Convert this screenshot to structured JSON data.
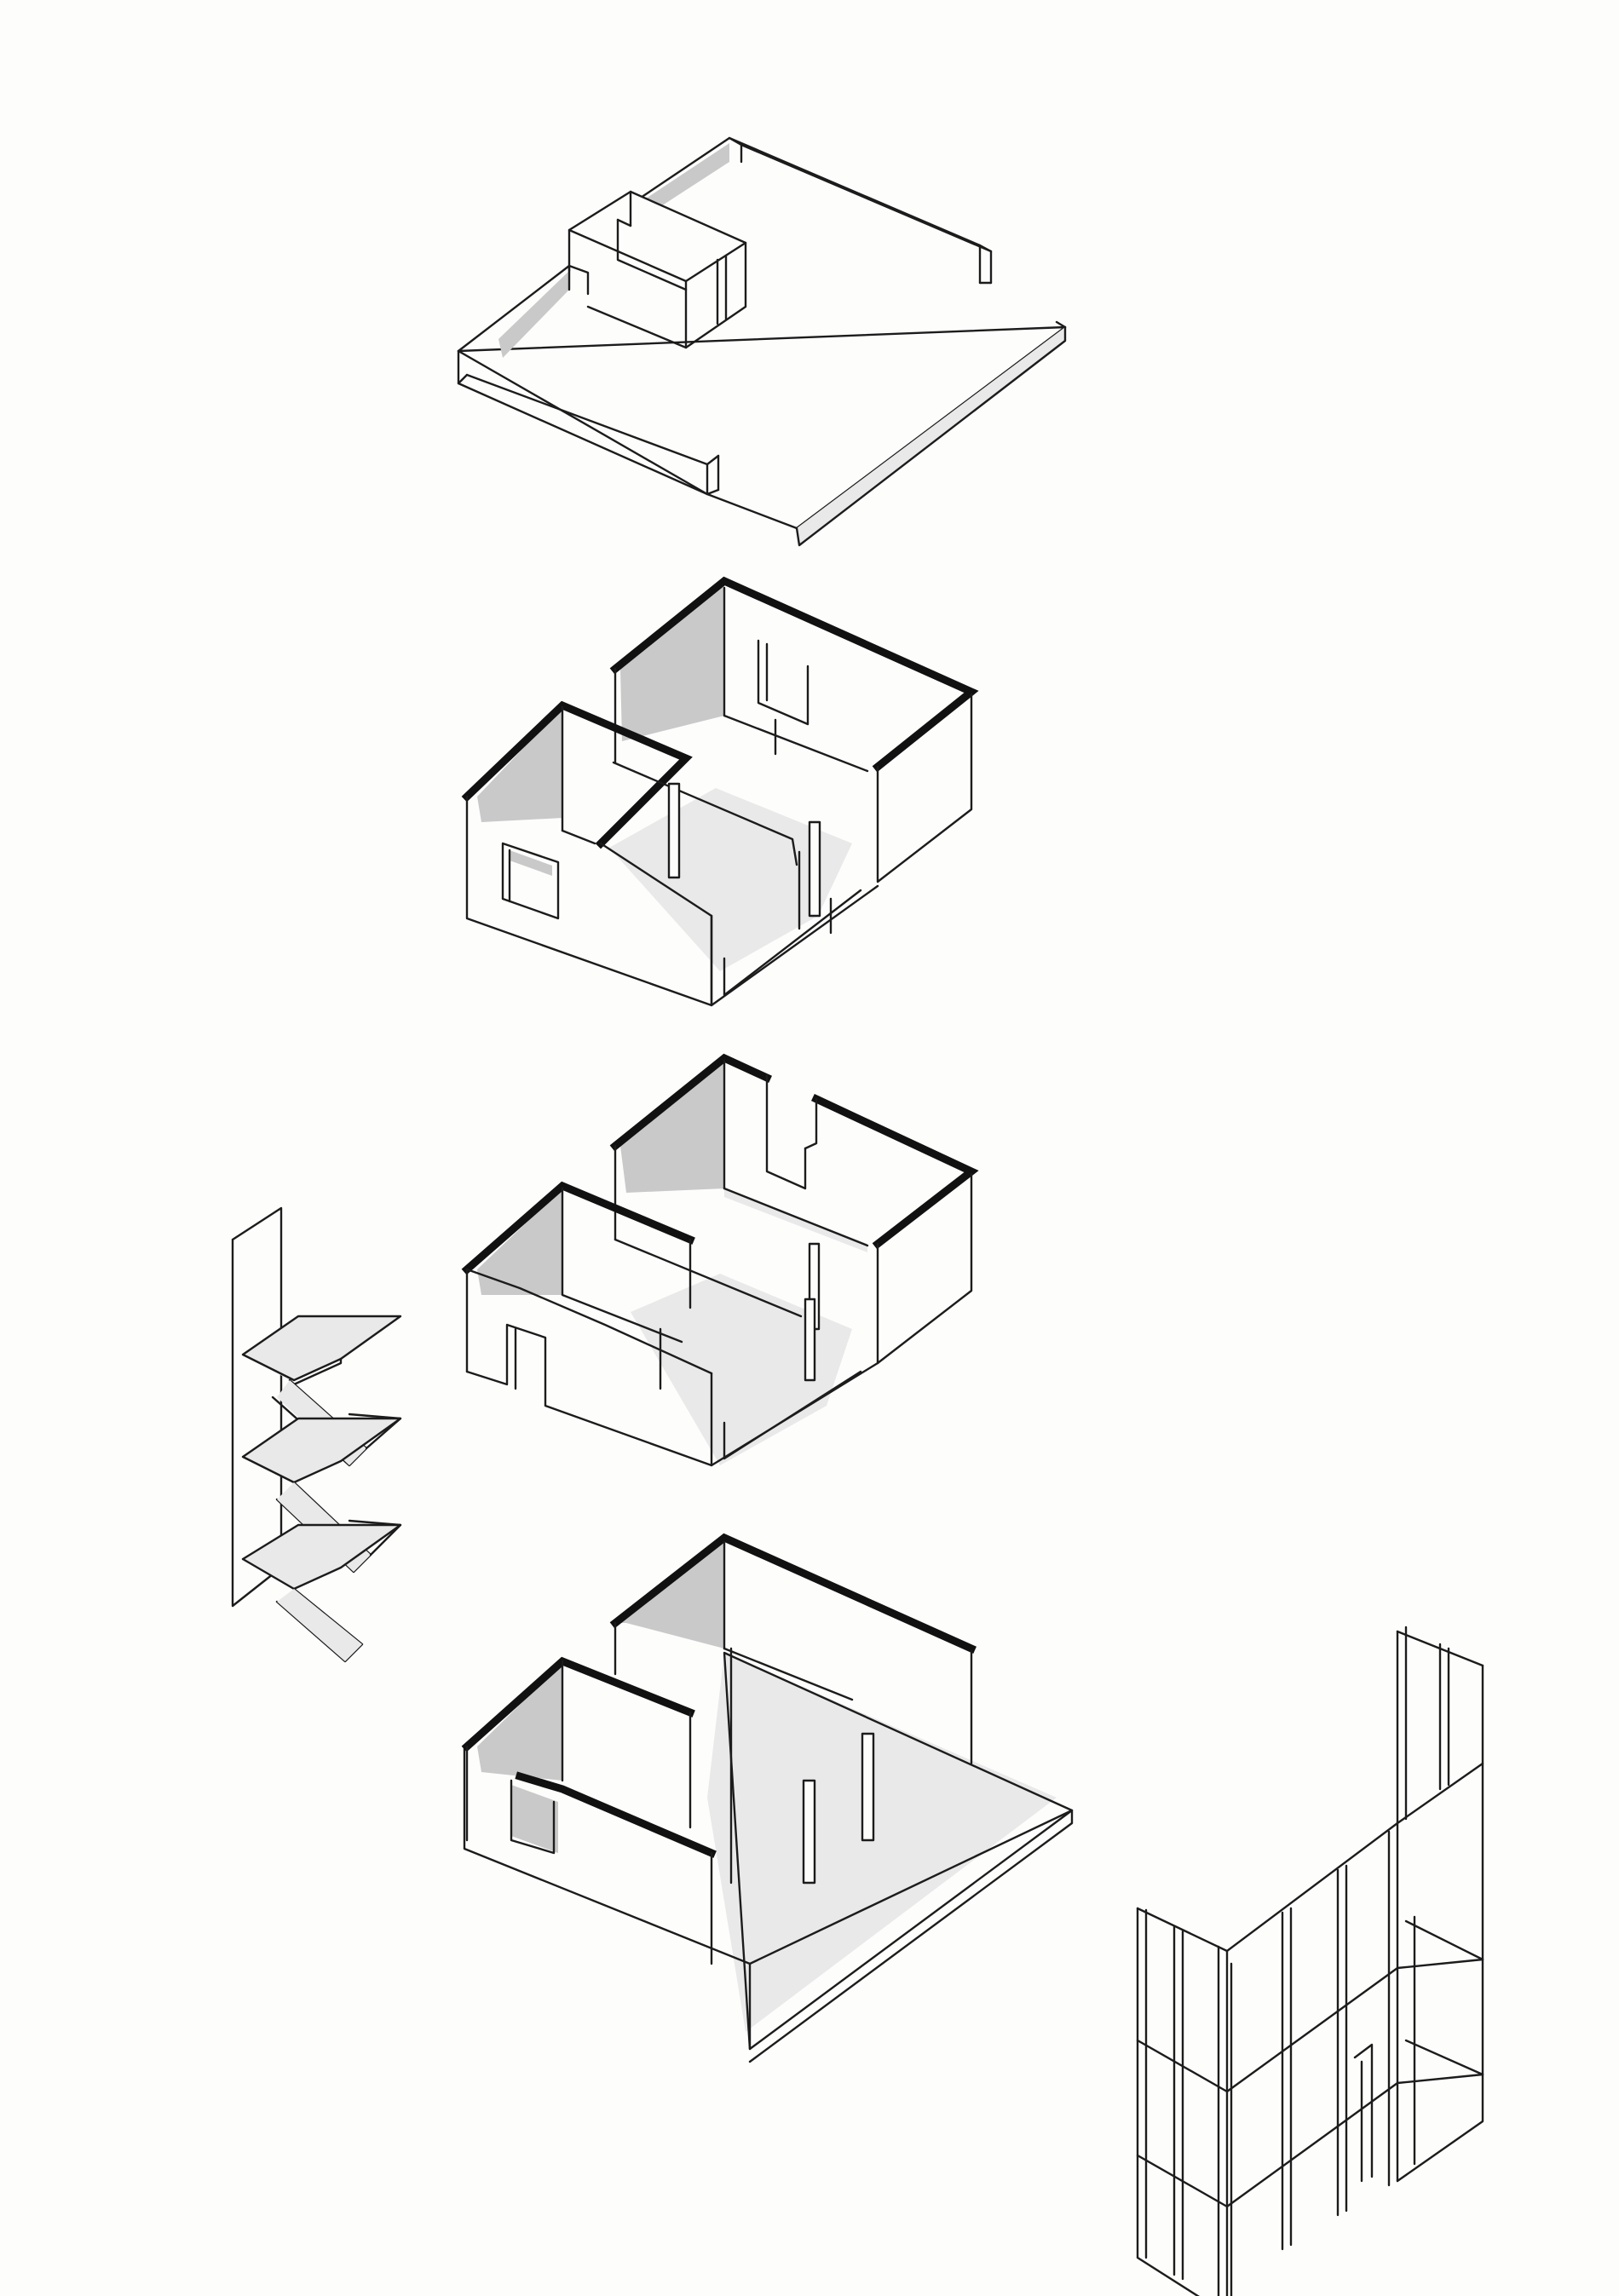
{
  "drawing": {
    "style": "hand-drawn exploded axonometric, pencil and ink",
    "ink_color": "#1c1c1c",
    "paper_color": "#fdfdfc",
    "shade_dark": "#c9c9c9",
    "shade_light": "#e9e9e9",
    "components": [
      "roof-slab-with-parapet",
      "second-floor-walls",
      "first-floor-walls",
      "ground-floor-walls-and-slab",
      "staircase",
      "facade-frame"
    ]
  }
}
